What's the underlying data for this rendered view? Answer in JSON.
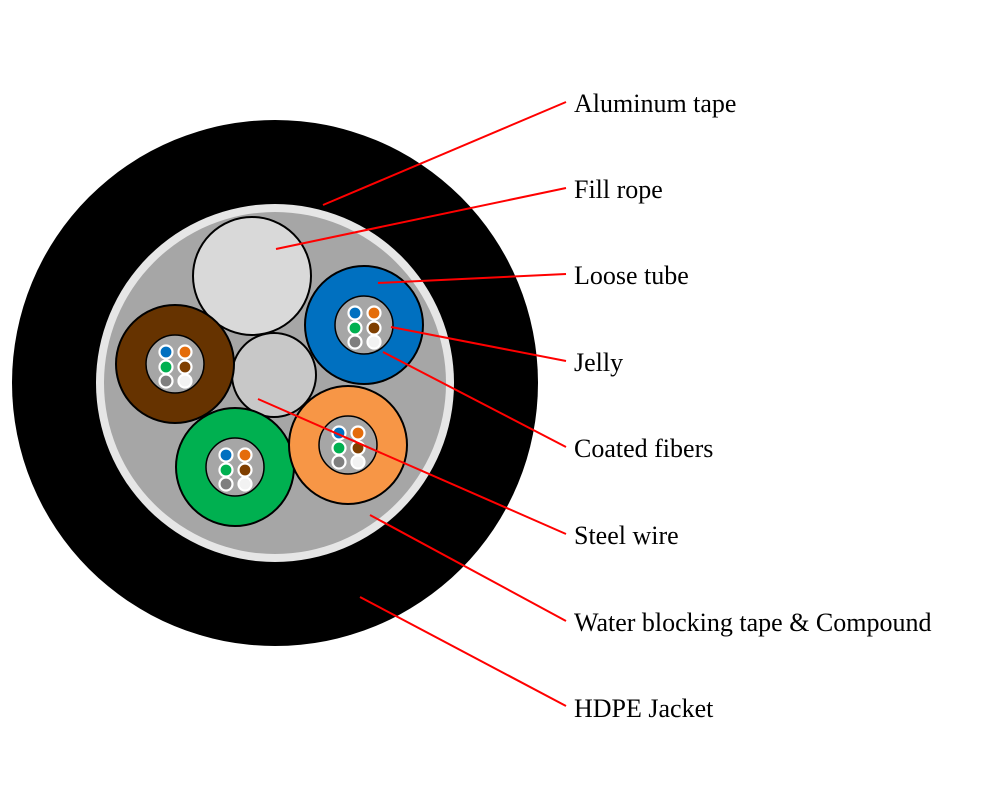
{
  "diagram": {
    "labels": [
      {
        "key": "aluminum_tape",
        "text": "Aluminum tape"
      },
      {
        "key": "fill_rope",
        "text": "Fill rope"
      },
      {
        "key": "loose_tube",
        "text": "Loose tube"
      },
      {
        "key": "jelly",
        "text": "Jelly"
      },
      {
        "key": "coated_fibers",
        "text": "Coated fibers"
      },
      {
        "key": "steel_wire",
        "text": "Steel wire"
      },
      {
        "key": "water_blocking",
        "text": "Water blocking tape & Compound"
      },
      {
        "key": "hdpe_jacket",
        "text": "HDPE Jacket"
      }
    ],
    "colors": {
      "jacket": "#000000",
      "aluminum_tape": "#e6e6e6",
      "compound": "#a6a6a6",
      "fill_rope": "#d9d9d9",
      "steel_wire": "#c8c8c8",
      "tube_blue": "#0070c0",
      "tube_brown": "#663300",
      "tube_green": "#00b050",
      "tube_orange": "#f79646",
      "jelly": "#a6a6a6",
      "leader_line": "#ff0000"
    },
    "fiber_colors": [
      "#0070c0",
      "#e46c0a",
      "#00b050",
      "#7f3f00",
      "#7f7f7f",
      "#f2f2f2"
    ]
  }
}
